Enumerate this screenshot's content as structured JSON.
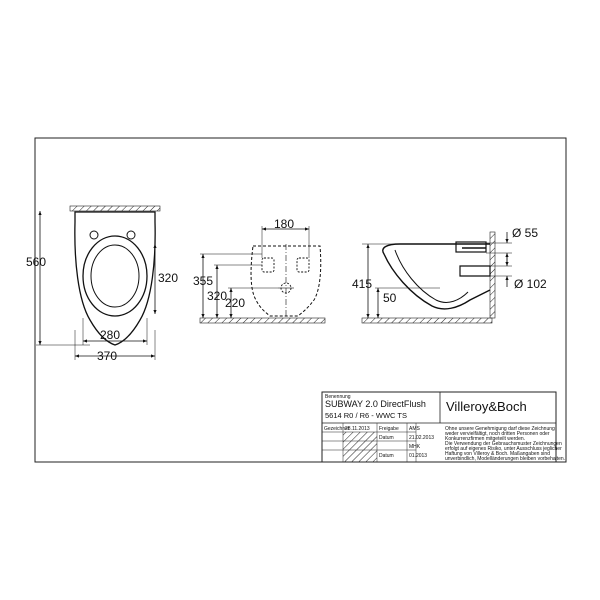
{
  "dimensions": {
    "front_height": "560",
    "front_inner_height": "320",
    "front_inner_width": "280",
    "front_width": "370",
    "rear_top_width": "180",
    "rear_355": "355",
    "rear_320": "320",
    "rear_220": "220",
    "side_height": "415",
    "side_low": "50",
    "side_diameter_top": "Ø 55",
    "side_diameter_outlet": "Ø 102"
  },
  "title_block": {
    "label_designation": "Benennung",
    "product_name": "SUBWAY 2.0 DirectFlush",
    "article_number": "5614 R0 / R6 - WWC TS",
    "brand": "Villeroy&Boch",
    "row_labels": [
      "Gezeichnet",
      "Freigabe",
      "Datum",
      "Datum"
    ],
    "drawn_date": "28.11.2013",
    "approver": "AMS",
    "approved_date": "21.02.2013",
    "checker": "MHK",
    "checked_date": "01.2013",
    "legal_lines": [
      "Ohne unsere Genehmigung darf diese Zeichnung",
      "weder vervielfältigt, noch dritten Personen oder",
      "Konkurrenzfirmen mitgeteilt werden.",
      "Die Verwendung der Gebrauchsmuster Zeichnungen",
      "erfolgt auf eigenes Risiko, unter Ausschluss jeglicher",
      "Haftung von Villeroy & Boch. Maßangaben sind",
      "unverbindlich, Modelländerungen bleiben vorbehalten."
    ]
  }
}
